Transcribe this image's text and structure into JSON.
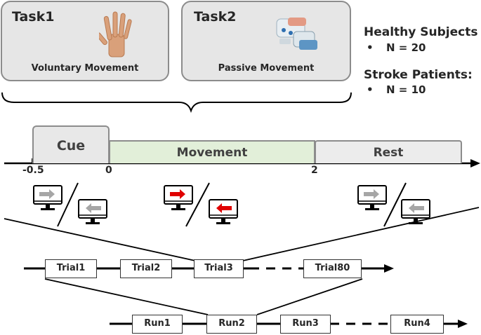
{
  "tasks": [
    {
      "title": "Task1",
      "subtitle": "Voluntary Movement",
      "icon": "hand-icon"
    },
    {
      "title": "Task2",
      "subtitle": "Passive Movement",
      "icon": "robotic-glove-icon"
    }
  ],
  "subjects": {
    "healthy_title": "Healthy Subjects",
    "healthy_n": "N = 20",
    "stroke_title": "Stroke Patients:",
    "stroke_n": "N = 10",
    "bullet": "•"
  },
  "timeline": {
    "phases": [
      "Cue",
      "Movement",
      "Rest"
    ],
    "ticks": [
      "-0.5",
      "0",
      "2"
    ],
    "colors": {
      "cue": "#e8e8e8",
      "movement": "#e2efd9",
      "rest": "#ececec",
      "arrow_red": "#e00000",
      "arrow_gray": "#a6a6a6"
    }
  },
  "trials": [
    "Trial1",
    "Trial2",
    "Trial3",
    "Trial80"
  ],
  "runs": [
    "Run1",
    "Run2",
    "Run3",
    "Run4"
  ]
}
